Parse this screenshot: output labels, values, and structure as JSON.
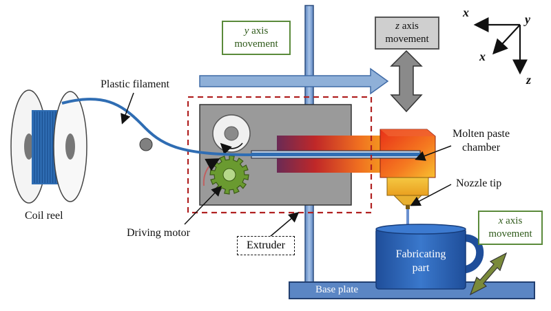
{
  "labels": {
    "plastic_filament": "Plastic filament",
    "coil_reel": "Coil reel",
    "driving_motor": "Driving motor",
    "extruder": "Extruder",
    "molten_paste_chamber_line1": "Molten paste",
    "molten_paste_chamber_line2": "chamber",
    "nozzle_tip": "Nozzle tip",
    "base_plate": "Base plate",
    "fabricating_part_line1": "Fabricating",
    "fabricating_part_line2": "part"
  },
  "movement_boxes": {
    "y": {
      "axis": "y",
      "axis_word": "axis",
      "word": "movement",
      "border_color": "#5a8a3a"
    },
    "z": {
      "axis": "z",
      "axis_word": "axis",
      "word": "movement",
      "border_color": "#555555"
    },
    "x": {
      "axis": "x",
      "axis_word": "axis",
      "word": "movement",
      "border_color": "#5a8a3a"
    }
  },
  "axes_legend": {
    "x1": "x",
    "y": "y",
    "x2": "x",
    "z": "z"
  },
  "colors": {
    "filament_blue": "#2f6db3",
    "extruder_dash": "#b02020",
    "arrow_blue": "#8fb0d8",
    "arrow_gray": "#8a8a8a",
    "arrow_olive": "#7a8a3a",
    "gear_green": "#6a9a30",
    "mug_blue": "#2a5fb0",
    "body_gray": "#999999"
  }
}
